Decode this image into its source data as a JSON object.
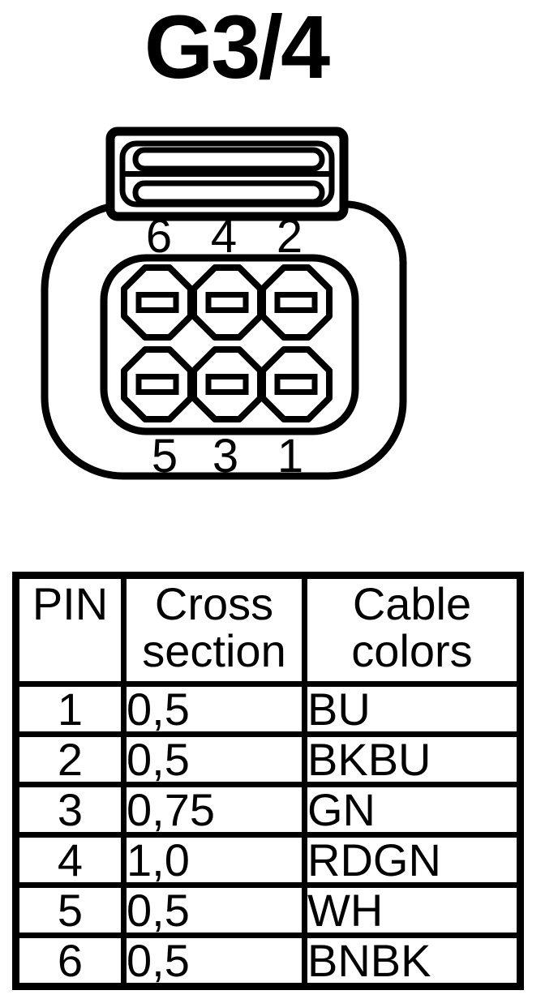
{
  "colors": {
    "line": "#000000",
    "background": "#ffffff"
  },
  "title": "G3/4",
  "connector": {
    "description": "6-pin connector front view with top latch",
    "top_row_pin_labels": [
      "6",
      "4",
      "2"
    ],
    "bottom_row_pin_labels": [
      "5",
      "3",
      "1"
    ]
  },
  "table": {
    "headers": [
      "PIN",
      "Cross section",
      "Cable colors"
    ],
    "rows": [
      {
        "pin": "1",
        "cross_section": "0,5",
        "cable_colors": "BU"
      },
      {
        "pin": "2",
        "cross_section": "0,5",
        "cable_colors": "BKBU"
      },
      {
        "pin": "3",
        "cross_section": "0,75",
        "cable_colors": "GN"
      },
      {
        "pin": "4",
        "cross_section": "1,0",
        "cable_colors": "RDGN"
      },
      {
        "pin": "5",
        "cross_section": "0,5",
        "cable_colors": "WH"
      },
      {
        "pin": "6",
        "cross_section": "0,5",
        "cable_colors": "BNBK"
      }
    ]
  }
}
